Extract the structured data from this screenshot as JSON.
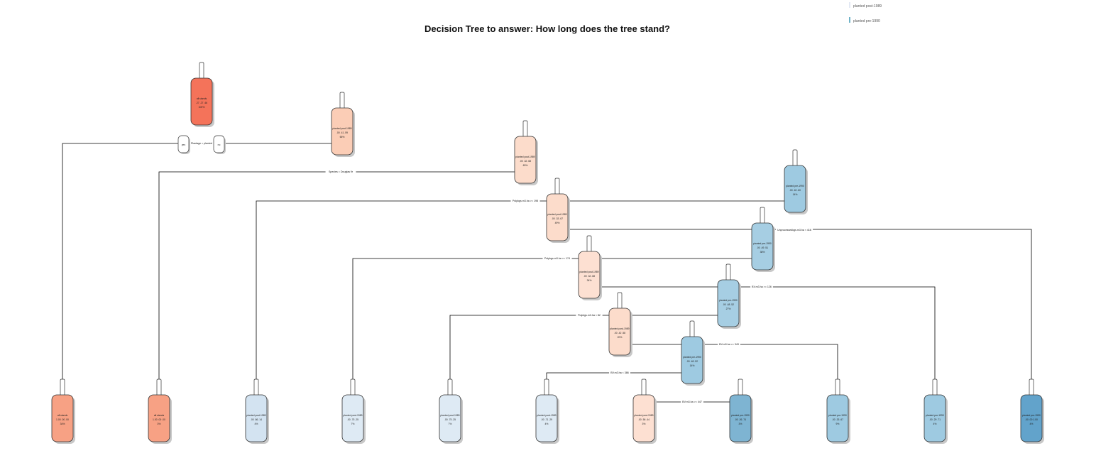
{
  "title": "Decision Tree to answer: How long does the tree stand?",
  "legend": [
    {
      "label": "planted post-1989",
      "color": "#e3e9f4"
    },
    {
      "label": "planted pre-1990",
      "color": "#6fb3c8"
    }
  ],
  "root_branches": {
    "left": "yes",
    "right": "no"
  },
  "nodes": [
    {
      "id": "n1",
      "lines": [
        "all stands",
        ".27 .27 .46",
        "100%"
      ],
      "color": "#f4735a"
    },
    {
      "id": "n3",
      "lines": [
        "planted post-1989",
        ".00 .41 .59",
        "66%"
      ],
      "color": "#fbcdb6"
    },
    {
      "id": "n7",
      "lines": [
        "planted post-1989",
        ".00 .32 .68",
        "63%"
      ],
      "color": "#fcdccb"
    },
    {
      "id": "n15",
      "lines": [
        "planted post-1989",
        ".00 .33 .67",
        "49%"
      ],
      "color": "#fcdccb"
    },
    {
      "id": "n14",
      "lines": [
        "planted pre-1990",
        ".00 .40 .60",
        "14%"
      ],
      "color": "#9ecae1"
    },
    {
      "id": "n31",
      "lines": [
        "planted pre-1990",
        ".00 .49 .51",
        "38%"
      ],
      "color": "#a6cee3"
    },
    {
      "id": "n30",
      "lines": [
        "planted post-1989",
        ".00 .32 .68",
        "34%"
      ],
      "color": "#fde0d2"
    },
    {
      "id": "n61",
      "lines": [
        "planted pre-1990",
        ".00 .48 .52",
        "27%"
      ],
      "color": "#a6cee3"
    },
    {
      "id": "n60",
      "lines": [
        "planted post-1989",
        ".00 .42 .58",
        "20%"
      ],
      "color": "#fcdccb"
    },
    {
      "id": "n121",
      "lines": [
        "planted pre-1990",
        ".00 .48 .52",
        "14%"
      ],
      "color": "#9ecae1"
    },
    {
      "id": "l2",
      "lines": [
        "all stands",
        "1.00 .00 .00",
        "34%"
      ],
      "color": "#f7a184"
    },
    {
      "id": "l6",
      "lines": [
        "all stands",
        "1.00 .00 .00",
        "3%"
      ],
      "color": "#f7a184"
    },
    {
      "id": "l14",
      "lines": [
        "planted post-1989",
        ".00 .86 .14",
        "4%"
      ],
      "color": "#d3e3f1"
    },
    {
      "id": "l28",
      "lines": [
        "planted post-1989",
        ".00 .75 .25",
        "7%"
      ],
      "color": "#deeaf4"
    },
    {
      "id": "l56",
      "lines": [
        "planted post-1989",
        ".00 .75 .25",
        "7%"
      ],
      "color": "#deeaf4"
    },
    {
      "id": "l240",
      "lines": [
        "planted post-1989",
        ".00 .71 .29",
        "4%"
      ],
      "color": "#deeaf4"
    },
    {
      "id": "l482",
      "lines": [
        "planted post-1989",
        ".00 .56 .44",
        "3%"
      ],
      "color": "#fde0d2"
    },
    {
      "id": "l483",
      "lines": [
        "planted pre-1990",
        ".00 .26 .74",
        "3%"
      ],
      "color": "#7eb4d2"
    },
    {
      "id": "l243",
      "lines": [
        "planted pre-1990",
        ".00 .33 .67",
        "9%"
      ],
      "color": "#9ecae1"
    },
    {
      "id": "l123",
      "lines": [
        "planted pre-1990",
        ".00 .29 .71",
        "4%"
      ],
      "color": "#9ecae1"
    },
    {
      "id": "l63",
      "lines": [
        "planted pre-1990",
        ".00 .00 1.00",
        "4%"
      ],
      "color": "#62a3cb"
    }
  ],
  "splits": [
    {
      "id": "s1",
      "label": "Plantage = planted"
    },
    {
      "id": "s2",
      "label": "Species = Douglas fir"
    },
    {
      "id": "s3",
      "label": "Pulpkgs.m3.ha >= 198"
    },
    {
      "id": "s4",
      "label": "Unprocessedkgs.m3.ha < 416"
    },
    {
      "id": "s5",
      "label": "Pulpkgs.m3.ha >= 174"
    },
    {
      "id": "s6",
      "label": "BV.m3.ha >= 126"
    },
    {
      "id": "s7",
      "label": "Pulpkgs.m3.ha < 82"
    },
    {
      "id": "s8",
      "label": "BV.m3.ha >= 343"
    },
    {
      "id": "s9",
      "label": "BV.m3.ha < 386"
    },
    {
      "id": "s10",
      "label": "BV.m3.ha >= 447"
    }
  ]
}
